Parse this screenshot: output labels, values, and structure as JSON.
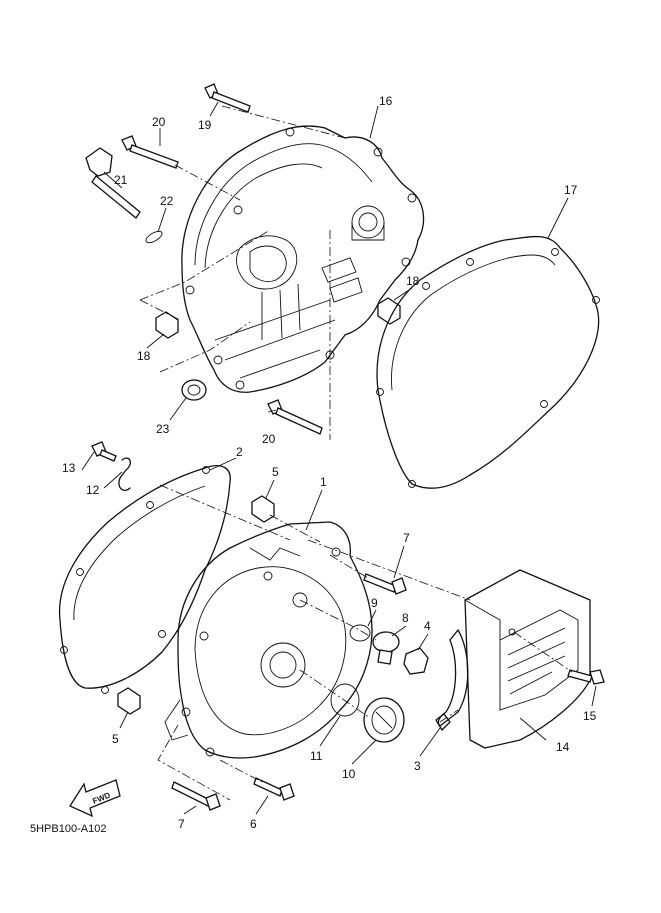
{
  "diagram_code": "5HPB100-A102",
  "fwd_label": "FWD",
  "callouts": [
    {
      "id": "16",
      "label": "16"
    },
    {
      "id": "19",
      "label": "19"
    },
    {
      "id": "20a",
      "label": "20"
    },
    {
      "id": "21",
      "label": "21"
    },
    {
      "id": "22",
      "label": "22"
    },
    {
      "id": "17",
      "label": "17"
    },
    {
      "id": "18a",
      "label": "18"
    },
    {
      "id": "18b",
      "label": "18"
    },
    {
      "id": "23",
      "label": "23"
    },
    {
      "id": "20b",
      "label": "20"
    },
    {
      "id": "2",
      "label": "2"
    },
    {
      "id": "13",
      "label": "13"
    },
    {
      "id": "12",
      "label": "12"
    },
    {
      "id": "5a",
      "label": "5"
    },
    {
      "id": "1",
      "label": "1"
    },
    {
      "id": "7a",
      "label": "7"
    },
    {
      "id": "9",
      "label": "9"
    },
    {
      "id": "8",
      "label": "8"
    },
    {
      "id": "4",
      "label": "4"
    },
    {
      "id": "14",
      "label": "14"
    },
    {
      "id": "15",
      "label": "15"
    },
    {
      "id": "5b",
      "label": "5"
    },
    {
      "id": "11",
      "label": "11"
    },
    {
      "id": "10",
      "label": "10"
    },
    {
      "id": "3",
      "label": "3"
    },
    {
      "id": "7b",
      "label": "7"
    },
    {
      "id": "6",
      "label": "6"
    }
  ]
}
